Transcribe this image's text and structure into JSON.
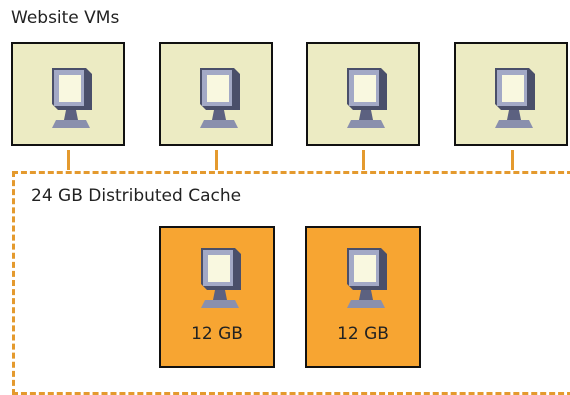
{
  "diagram": {
    "vm_group_title": "Website VMs",
    "cache_title": "24 GB Distributed Cache",
    "vms": [
      {
        "icon": "monitor-icon"
      },
      {
        "icon": "monitor-icon"
      },
      {
        "icon": "monitor-icon"
      },
      {
        "icon": "monitor-icon"
      }
    ],
    "cache_nodes": [
      {
        "size": "12 GB",
        "icon": "monitor-icon"
      },
      {
        "size": "12 GB",
        "icon": "monitor-icon"
      }
    ],
    "colors": {
      "vm_fill": "#ecebc3",
      "cache_node_fill": "#f7a532",
      "connector": "#e49a2e",
      "border": "#111111"
    }
  }
}
